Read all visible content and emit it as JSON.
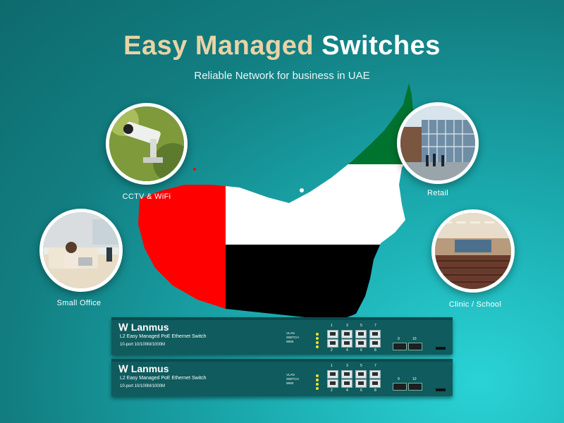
{
  "header": {
    "title_part1": "Easy Managed",
    "title_part2": "Switches",
    "subtitle": "Reliable Network for business in UAE"
  },
  "use_cases": [
    {
      "label": "CCTV & WiFi"
    },
    {
      "label": "Retail"
    },
    {
      "label": "Small Office"
    },
    {
      "label": "Clinic / School"
    }
  ],
  "switch": {
    "brand": "Lanmus",
    "model": "L2 Easy Managed PoE Ethernet Switch",
    "spec": "10-port 10/100M/1000M",
    "mode_labels": [
      "VLAN",
      "SWITCH",
      "WEB"
    ],
    "port_numbers_top": [
      "1",
      "3",
      "5",
      "7"
    ],
    "port_numbers_bottom": [
      "2",
      "4",
      "6",
      "8"
    ],
    "sfp_numbers": [
      "9",
      "10"
    ]
  },
  "colors": {
    "flag_red": "#ff0000",
    "flag_green": "#00732f",
    "flag_white": "#ffffff",
    "flag_black": "#000000",
    "accent_gold": "#e9d3a6"
  }
}
